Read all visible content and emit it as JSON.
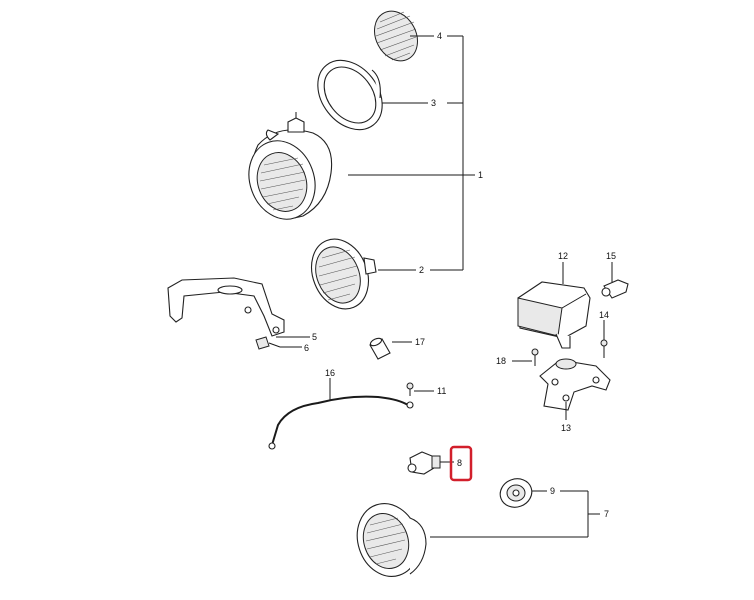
{
  "diagram": {
    "callouts": [
      {
        "id": "c1",
        "text": "1"
      },
      {
        "id": "c2",
        "text": "2"
      },
      {
        "id": "c3",
        "text": "3"
      },
      {
        "id": "c4",
        "text": "4"
      },
      {
        "id": "c5",
        "text": "5"
      },
      {
        "id": "c6",
        "text": "6"
      },
      {
        "id": "c7",
        "text": "7"
      },
      {
        "id": "c8",
        "text": "8"
      },
      {
        "id": "c9",
        "text": "9"
      },
      {
        "id": "c11",
        "text": "11"
      },
      {
        "id": "c12",
        "text": "12"
      },
      {
        "id": "c13",
        "text": "13"
      },
      {
        "id": "c14",
        "text": "14"
      },
      {
        "id": "c15",
        "text": "15"
      },
      {
        "id": "c16",
        "text": "16"
      },
      {
        "id": "c17",
        "text": "17"
      },
      {
        "id": "c18",
        "text": "18"
      }
    ],
    "highlighted_callout": "8",
    "highlight_color": "#d21f2b"
  }
}
